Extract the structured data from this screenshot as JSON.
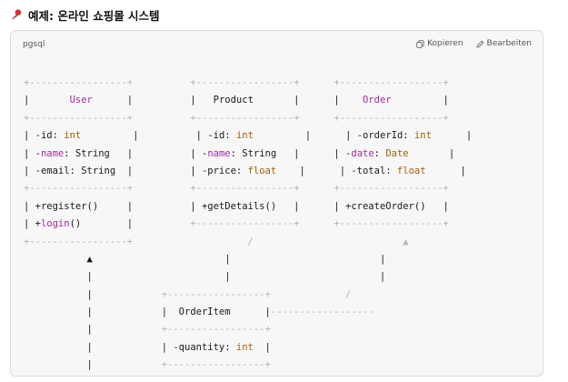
{
  "heading": {
    "pin_icon": "pushpin-icon",
    "title": "예제: 온라인 쇼핑몰 시스템"
  },
  "codeblock": {
    "language": "pgsql",
    "copy_label": "Kopieren",
    "copy_icon": "copy-icon",
    "edit_label": "Bearbeiten",
    "edit_icon": "pencil-icon",
    "lines": [
      [
        [
          "g",
          "+-----------------+"
        ],
        [
          "t",
          "          "
        ],
        [
          "g",
          "+-----------------+"
        ],
        [
          "t",
          "      "
        ],
        [
          "g",
          "+------------------+"
        ]
      ],
      [
        [
          "t",
          "|       "
        ],
        [
          "p",
          "User"
        ],
        [
          "t",
          "      |"
        ],
        [
          "t",
          "          "
        ],
        [
          "t",
          "|   Product       |"
        ],
        [
          "t",
          "      "
        ],
        [
          "t",
          "|    "
        ],
        [
          "p",
          "Order"
        ],
        [
          "t",
          "         |"
        ]
      ],
      [
        [
          "g",
          "+-----------------+"
        ],
        [
          "t",
          "          "
        ],
        [
          "g",
          "+-----------------+"
        ],
        [
          "t",
          "      "
        ],
        [
          "g",
          "+------------------+"
        ]
      ],
      [
        [
          "t",
          "| -id: "
        ],
        [
          "k",
          "int"
        ],
        [
          "t",
          "         |"
        ],
        [
          "t",
          "          "
        ],
        [
          "t",
          "| -id: "
        ],
        [
          "k",
          "int"
        ],
        [
          "t",
          "         |"
        ],
        [
          "t",
          "      "
        ],
        [
          "t",
          "| -orderId: "
        ],
        [
          "k",
          "int"
        ],
        [
          "t",
          "      |"
        ]
      ],
      [
        [
          "t",
          "| -"
        ],
        [
          "p",
          "name"
        ],
        [
          "t",
          ": String   |"
        ],
        [
          "t",
          "          "
        ],
        [
          "t",
          "| -"
        ],
        [
          "p",
          "name"
        ],
        [
          "t",
          ": String   |"
        ],
        [
          "t",
          "      "
        ],
        [
          "t",
          "| -"
        ],
        [
          "p",
          "date"
        ],
        [
          "t",
          ": "
        ],
        [
          "k",
          "Date"
        ],
        [
          "t",
          "       |"
        ]
      ],
      [
        [
          "t",
          "| -email: String  |"
        ],
        [
          "t",
          "          "
        ],
        [
          "t",
          "| -price: "
        ],
        [
          "k",
          "float"
        ],
        [
          "t",
          "    |"
        ],
        [
          "t",
          "      "
        ],
        [
          "t",
          "| -total: "
        ],
        [
          "k",
          "float"
        ],
        [
          "t",
          "      |"
        ]
      ],
      [
        [
          "g",
          "+-----------------+"
        ],
        [
          "t",
          "          "
        ],
        [
          "g",
          "+-----------------+"
        ],
        [
          "t",
          "      "
        ],
        [
          "g",
          "+------------------+"
        ]
      ],
      [
        [
          "t",
          "| +register()     |"
        ],
        [
          "t",
          "          "
        ],
        [
          "t",
          "| +getDetails()   |"
        ],
        [
          "t",
          "      "
        ],
        [
          "t",
          "| +createOrder()   |"
        ]
      ],
      [
        [
          "t",
          "| +"
        ],
        [
          "p",
          "login"
        ],
        [
          "t",
          "()        |"
        ],
        [
          "t",
          "          "
        ],
        [
          "g",
          "+-----------------+"
        ],
        [
          "t",
          "      "
        ],
        [
          "g",
          "+------------------+"
        ]
      ],
      [
        [
          "g",
          "+-----------------+"
        ],
        [
          "t",
          "                    "
        ],
        [
          "g",
          "/"
        ],
        [
          "t",
          "                          "
        ],
        [
          "g",
          "▲"
        ]
      ],
      [
        [
          "t",
          "           "
        ],
        [
          "b",
          "▲"
        ],
        [
          "t",
          "                       "
        ],
        [
          "t",
          "|"
        ],
        [
          "t",
          "                          "
        ],
        [
          "t",
          "|"
        ]
      ],
      [
        [
          "t",
          "           |                       |                          |"
        ]
      ],
      [
        [
          "t",
          "           |            "
        ],
        [
          "g",
          "+-----------------+"
        ],
        [
          "t",
          "             "
        ],
        [
          "g",
          "/"
        ]
      ],
      [
        [
          "t",
          "           |            |  OrderItem      |"
        ],
        [
          "g",
          "------------------"
        ]
      ],
      [
        [
          "t",
          "           |            "
        ],
        [
          "g",
          "+-----------------+"
        ]
      ],
      [
        [
          "t",
          "           |            | -quantity: "
        ],
        [
          "k",
          "int"
        ],
        [
          "t",
          "  |"
        ]
      ],
      [
        [
          "t",
          "           |            "
        ],
        [
          "g",
          "+-----------------+"
        ]
      ]
    ]
  }
}
